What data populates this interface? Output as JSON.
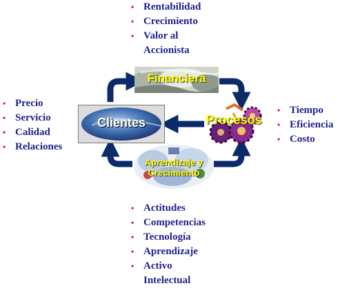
{
  "nodes": {
    "financiera": {
      "label": "Financiera",
      "color": "#ffff00"
    },
    "clientes": {
      "label": "Clientes",
      "color": "#ffffff"
    },
    "procesos": {
      "label": "Procesos",
      "color": "#ffff00"
    },
    "aprendizaje": {
      "label": "Aprendizaje y\nCrecimiento",
      "color": "#ffff00"
    }
  },
  "lists": {
    "financiera": [
      "Rentabilidad",
      "Crecimiento",
      "Valor al\nAccionista"
    ],
    "clientes": [
      "Precio",
      "Servicio",
      "Calidad",
      "Relaciones"
    ],
    "procesos": [
      "Tiempo",
      "Eficiencia",
      "Costo"
    ],
    "aprendizaje": [
      "Actitudes",
      "Competencias",
      "Tecnología",
      "Aprendizaje",
      "Activo\nIntelectual"
    ]
  },
  "colors": {
    "arrow": "#0b2a6a",
    "list_text": "#1f1f8c",
    "bullet": "#d01010"
  }
}
